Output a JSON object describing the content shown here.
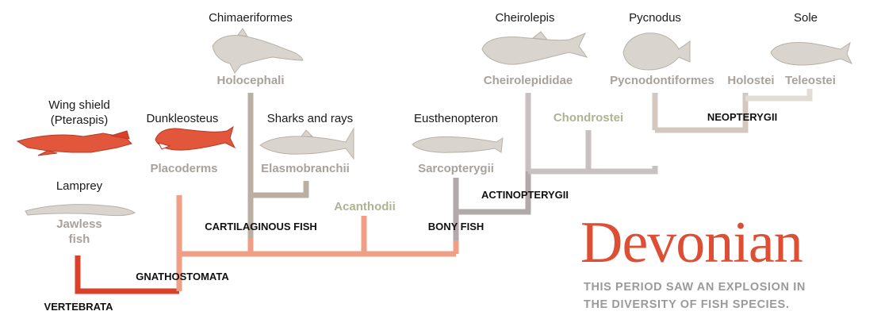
{
  "colors": {
    "vertebrata": "#d9412a",
    "gnathostomata": "#ee9f86",
    "cartilaginous": "#bab0a1",
    "bony": "#b2a9aa",
    "actinopterygii": "#c9c1c1",
    "neopterygii": "#d3c8bf",
    "teleostei": "#e3dcd5",
    "label_gray": "#a8a29c",
    "label_green": "#adb494",
    "accent": "#dc4f35"
  },
  "species": {
    "chimaeriformes": "Chimaeriformes",
    "cheirolepis": "Cheirolepis",
    "pycnodus": "Pycnodus",
    "sole": "Sole",
    "wing_shield": "Wing shield",
    "pteraspis": "(Pteraspis)",
    "dunkleosteus": "Dunkleosteus",
    "sharks": "Sharks and rays",
    "eusthenopteron": "Eusthenopteron",
    "lamprey": "Lamprey"
  },
  "groups": {
    "holocephali": "Holocephali",
    "cheirolepididae": "Cheirolepididae",
    "pycnodontiformes": "Pycnodontiformes",
    "holostei": "Holostei",
    "teleostei": "Teleostei",
    "chondrostei": "Chondrostei",
    "placoderms": "Placoderms",
    "elasmobranchii": "Elasmobranchii",
    "sarcopterygii": "Sarcopterygii",
    "acanthodii": "Acanthodii",
    "jawless_1": "Jawless",
    "jawless_2": "fish"
  },
  "clades": {
    "neopterygii": "NEOPTERYGII",
    "actinopterygii": "ACTINOPTERYGII",
    "cartilaginous_fish": "CARTILAGINOUS FISH",
    "bony_fish": "BONY FISH",
    "gnathostomata": "GNATHOSTOMATA",
    "vertebrata": "VERTEBRATA"
  },
  "headline": {
    "title": "Devonian",
    "subtitle_line1": "THIS PERIOD SAW AN EXPLOSION IN",
    "subtitle_line2": "THE DIVERSITY OF FISH SPECIES."
  }
}
